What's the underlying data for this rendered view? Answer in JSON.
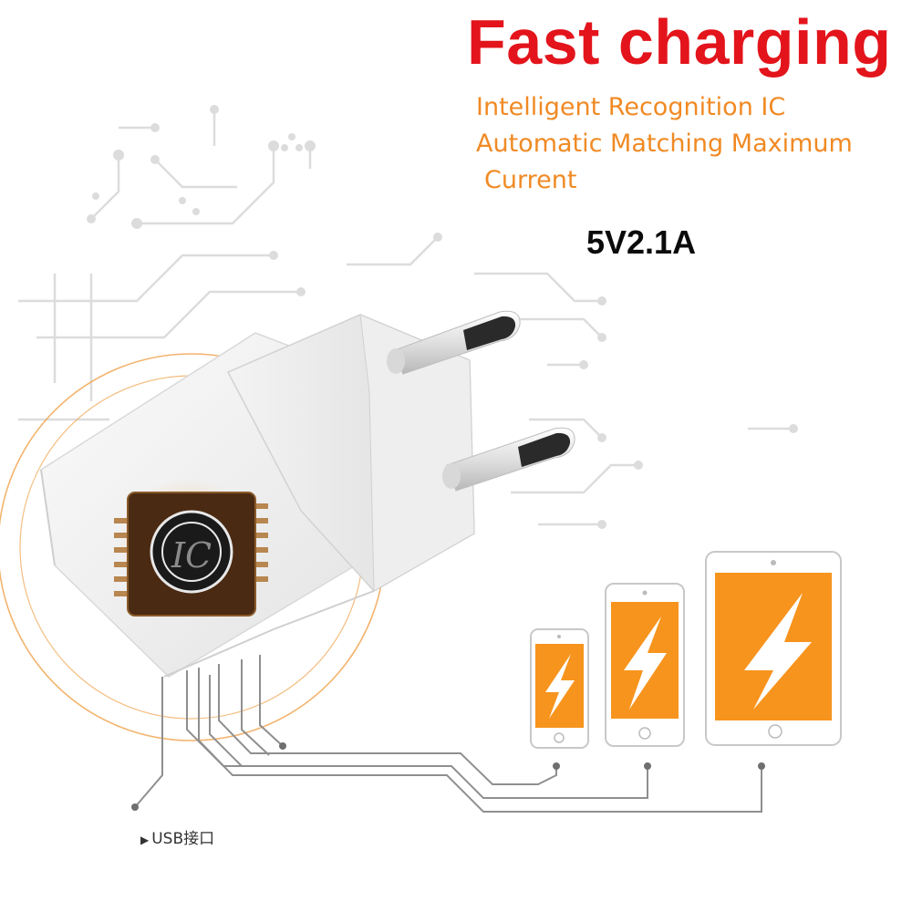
{
  "headline": "Fast charging",
  "description_lines": [
    "Intelligent Recognition IC",
    "Automatic Matching Maximum",
    "Current"
  ],
  "spec": "5V2.1A",
  "chip_marking": "IC",
  "usb_label": "USB接口",
  "colors": {
    "headline": "#e3141b",
    "description": "#f08a24",
    "device_screen": "#f7941d",
    "rings": "#f0a14a",
    "circuit": "#d3d3d3",
    "cables": "#8a8a8a"
  },
  "devices": [
    {
      "kind": "small-phone",
      "icon": "lightning-bolt-icon"
    },
    {
      "kind": "phone",
      "icon": "lightning-bolt-icon"
    },
    {
      "kind": "tablet",
      "icon": "lightning-bolt-icon"
    }
  ]
}
